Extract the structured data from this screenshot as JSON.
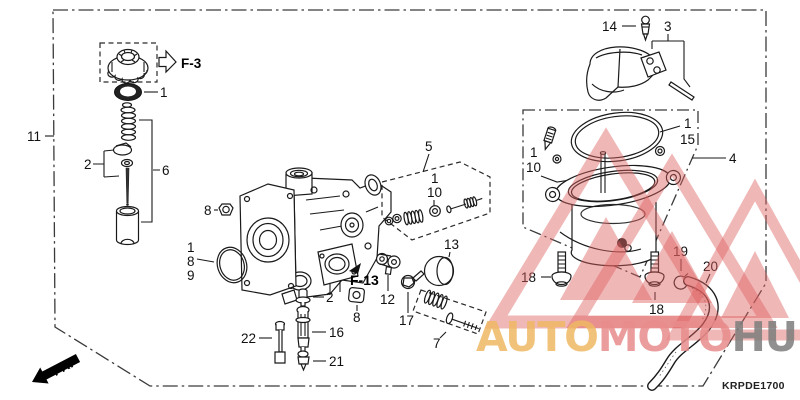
{
  "diagram": {
    "code": "KRPDE1700",
    "front_label": "FR.",
    "ref_f3": "F-3",
    "ref_f13": "F-13"
  },
  "callouts": [
    {
      "text": "11"
    },
    {
      "text": "1"
    },
    {
      "text": "2"
    },
    {
      "text": "6"
    },
    {
      "text": "8"
    },
    {
      "text": "1"
    },
    {
      "text": "8"
    },
    {
      "text": "9"
    },
    {
      "text": "2"
    },
    {
      "text": "16"
    },
    {
      "text": "21"
    },
    {
      "text": "22"
    },
    {
      "text": "8"
    },
    {
      "text": "12"
    },
    {
      "text": "17"
    },
    {
      "text": "5"
    },
    {
      "text": "1"
    },
    {
      "text": "10"
    },
    {
      "text": "13"
    },
    {
      "text": "7"
    },
    {
      "text": "14"
    },
    {
      "text": "3"
    },
    {
      "text": "1"
    },
    {
      "text": "15"
    },
    {
      "text": "1"
    },
    {
      "text": "10"
    },
    {
      "text": "4"
    },
    {
      "text": "18"
    },
    {
      "text": "18"
    },
    {
      "text": "19"
    },
    {
      "text": "20"
    }
  ],
  "watermark": {
    "part1": "AUTO",
    "part2": "MOTO",
    "part3": "HUB",
    "amber_color": "#efb763",
    "salmon_color": "#e88c8c",
    "gray_color": "#7d7d7d",
    "triangle_color": "#dd5f5f"
  }
}
